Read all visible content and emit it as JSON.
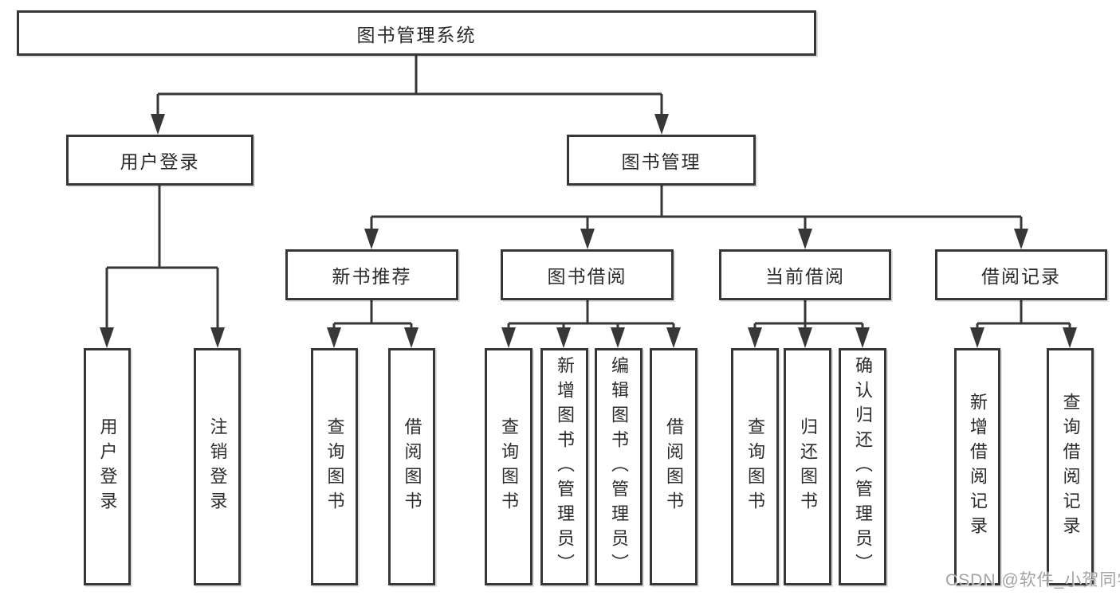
{
  "tree": {
    "label": "图书管理系统",
    "children": [
      {
        "label": "用户登录",
        "children": [
          {
            "label": "用户登录"
          },
          {
            "label": "注销登录"
          }
        ]
      },
      {
        "label": "图书管理",
        "children": [
          {
            "label": "新书推荐",
            "children": [
              {
                "label": "查询图书"
              },
              {
                "label": "借阅图书"
              }
            ]
          },
          {
            "label": "图书借阅",
            "children": [
              {
                "label": "查询图书"
              },
              {
                "label": "新增图书（管理员）"
              },
              {
                "label": "编辑图书（管理员）"
              },
              {
                "label": "借阅图书"
              }
            ]
          },
          {
            "label": "当前借阅",
            "children": [
              {
                "label": "查询图书"
              },
              {
                "label": "归还图书"
              },
              {
                "label": "确认归还（管理员）"
              }
            ]
          },
          {
            "label": "借阅记录",
            "children": [
              {
                "label": "新增借阅记录"
              },
              {
                "label": "查询借阅记录"
              }
            ]
          }
        ]
      }
    ]
  },
  "watermark": {
    "text": "CSDN @软件_小贺同学"
  },
  "colors": {
    "line": "#373737",
    "box_border": "#373737",
    "text": "#2b2b2b",
    "watermark": "#9e9e9e",
    "background": "#ffffff"
  }
}
